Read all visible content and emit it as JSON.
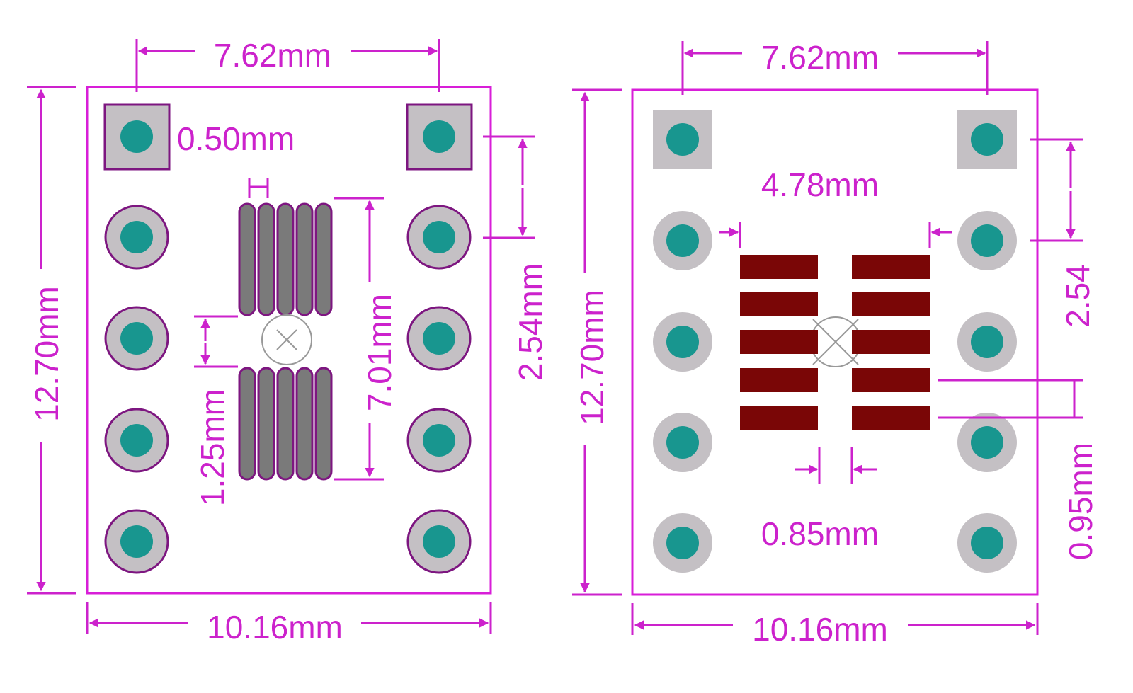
{
  "colors": {
    "dimension": "#cc22cc",
    "outline": "#d81ed8",
    "pad_gray": "#c4c0c4",
    "pad_hole": "#18968f",
    "smd_fine_pitch": "#7a7a7a",
    "smd_fine_pitch_stroke": "#7d1680",
    "smd_wide": "#7a0606",
    "center_mark": "#999999",
    "background": "#ffffff"
  },
  "left_board": {
    "top_dimension": "7.62mm",
    "pad_size": "0.50mm",
    "pitch_right": "2.54mm",
    "height_left": "12.70mm",
    "row_gap": "1.25mm",
    "span": "7.01mm",
    "width_bottom": "10.16mm"
  },
  "right_board": {
    "top_dimension": "7.62mm",
    "gap_width": "4.78mm",
    "pitch_right": "2.54",
    "height_left": "12.70mm",
    "pad_pitch": "0.95mm",
    "pad_gap": "0.85mm",
    "width_bottom": "10.16mm"
  }
}
